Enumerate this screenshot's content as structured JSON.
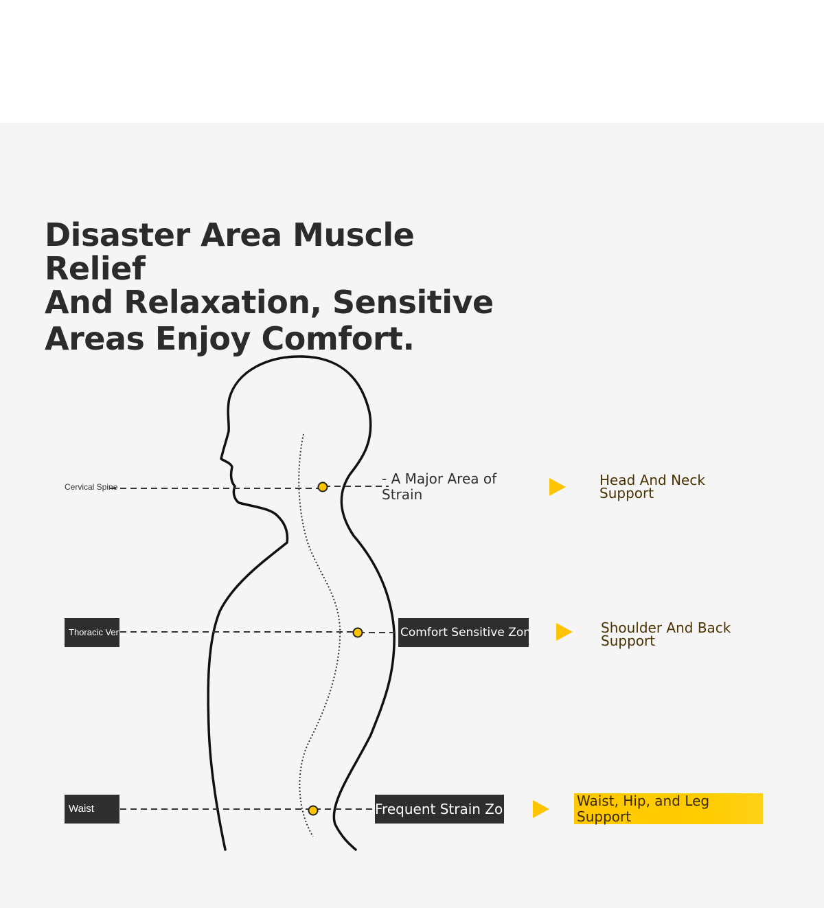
{
  "headline": {
    "line1": "Disaster Area Muscle Relief",
    "line2": "And Relaxation, Sensitive",
    "line3": "Areas Enjoy Comfort."
  },
  "rows": [
    {
      "left_label": "Cervical Spine",
      "zone": "- A Major Area of Strain",
      "support": "Head And Neck Support"
    },
    {
      "left_label": "Thoracic Vertebrae",
      "zone": "Comfort Sensitive Zone",
      "support": "Shoulder And Back Support"
    },
    {
      "left_label": "Waist",
      "zone": "Frequent Strain Zone",
      "support": "Waist, Hip, and Leg Support"
    }
  ],
  "colors": {
    "accent": "#ffc400",
    "dark": "#2e2e2e",
    "panel": "#f5f5f5"
  },
  "icons": [
    "play-arrow-icon",
    "marker-dot-icon"
  ]
}
